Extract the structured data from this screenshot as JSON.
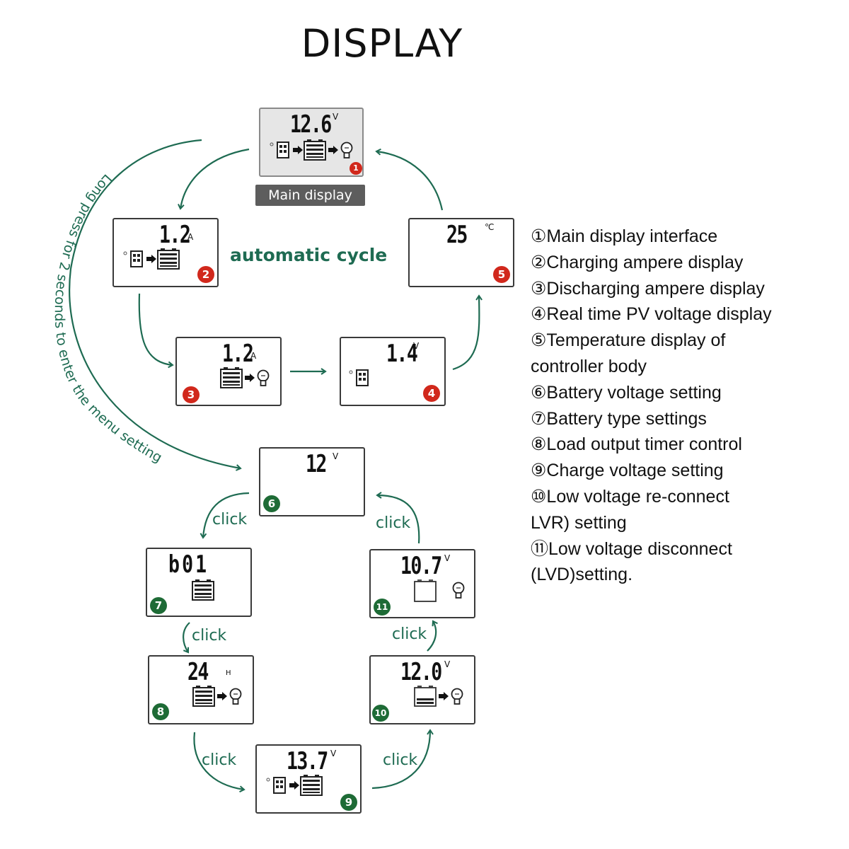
{
  "title": "DISPLAY",
  "main_label": "Main display",
  "auto_cycle_label": "automatic cycle",
  "long_press_label": "Long press for 2 seconds to enter the menu setting",
  "click_label": "click",
  "colors": {
    "accent_green": "#1e6b52",
    "badge_red": "#d1281c",
    "badge_green": "#1e6b36",
    "main_label_bg": "#5d5d5d",
    "main_screen_bg": "#e6e6e6"
  },
  "screens": [
    {
      "num": "1",
      "reading": "12.6",
      "unit": "V",
      "badge_color": "red",
      "icons": [
        "solar-panel-icon",
        "arrow-icon",
        "battery-icon",
        "arrow-icon",
        "bulb-icon"
      ]
    },
    {
      "num": "2",
      "reading": "1.2",
      "unit": "A",
      "badge_color": "red",
      "icons": [
        "solar-panel-icon",
        "arrow-icon",
        "battery-icon"
      ]
    },
    {
      "num": "3",
      "reading": "1.2",
      "unit": "A",
      "badge_color": "red",
      "icons": [
        "battery-icon",
        "arrow-icon",
        "bulb-icon"
      ]
    },
    {
      "num": "4",
      "reading": "1.4",
      "unit": "V",
      "badge_color": "red",
      "icons": [
        "solar-panel-icon"
      ]
    },
    {
      "num": "5",
      "reading": "25",
      "unit": "℃",
      "badge_color": "red",
      "icons": []
    },
    {
      "num": "6",
      "reading": "12",
      "unit": "V",
      "badge_color": "green",
      "icons": []
    },
    {
      "num": "7",
      "reading": "b01",
      "unit": "",
      "badge_color": "green",
      "icons": [
        "battery-icon"
      ]
    },
    {
      "num": "8",
      "reading": "24",
      "unit": "H",
      "badge_color": "green",
      "icons": [
        "battery-icon",
        "arrow-icon",
        "bulb-icon"
      ]
    },
    {
      "num": "9",
      "reading": "13.7",
      "unit": "V",
      "badge_color": "green",
      "icons": [
        "solar-panel-icon",
        "arrow-icon",
        "battery-icon"
      ]
    },
    {
      "num": "10",
      "reading": "12.0",
      "unit": "V",
      "badge_color": "green",
      "icons": [
        "battery-low-icon",
        "arrow-icon",
        "bulb-icon"
      ]
    },
    {
      "num": "11",
      "reading": "10.7",
      "unit": "V",
      "badge_color": "green",
      "icons": [
        "battery-empty-icon",
        "bulb-icon"
      ]
    }
  ],
  "legend": [
    "①Main display interface",
    "②Charging ampere display",
    "③Discharging ampere display",
    "④Real time PV voltage display",
    "⑤Temperature display of",
    "controller body",
    "⑥Battery voltage setting",
    "⑦Battery type settings",
    "⑧Load output timer control",
    "⑨Charge voltage setting",
    "⑩Low voltage re-connect",
    "LVR) setting",
    "⑪Low voltage disconnect",
    "(LVD)setting."
  ]
}
